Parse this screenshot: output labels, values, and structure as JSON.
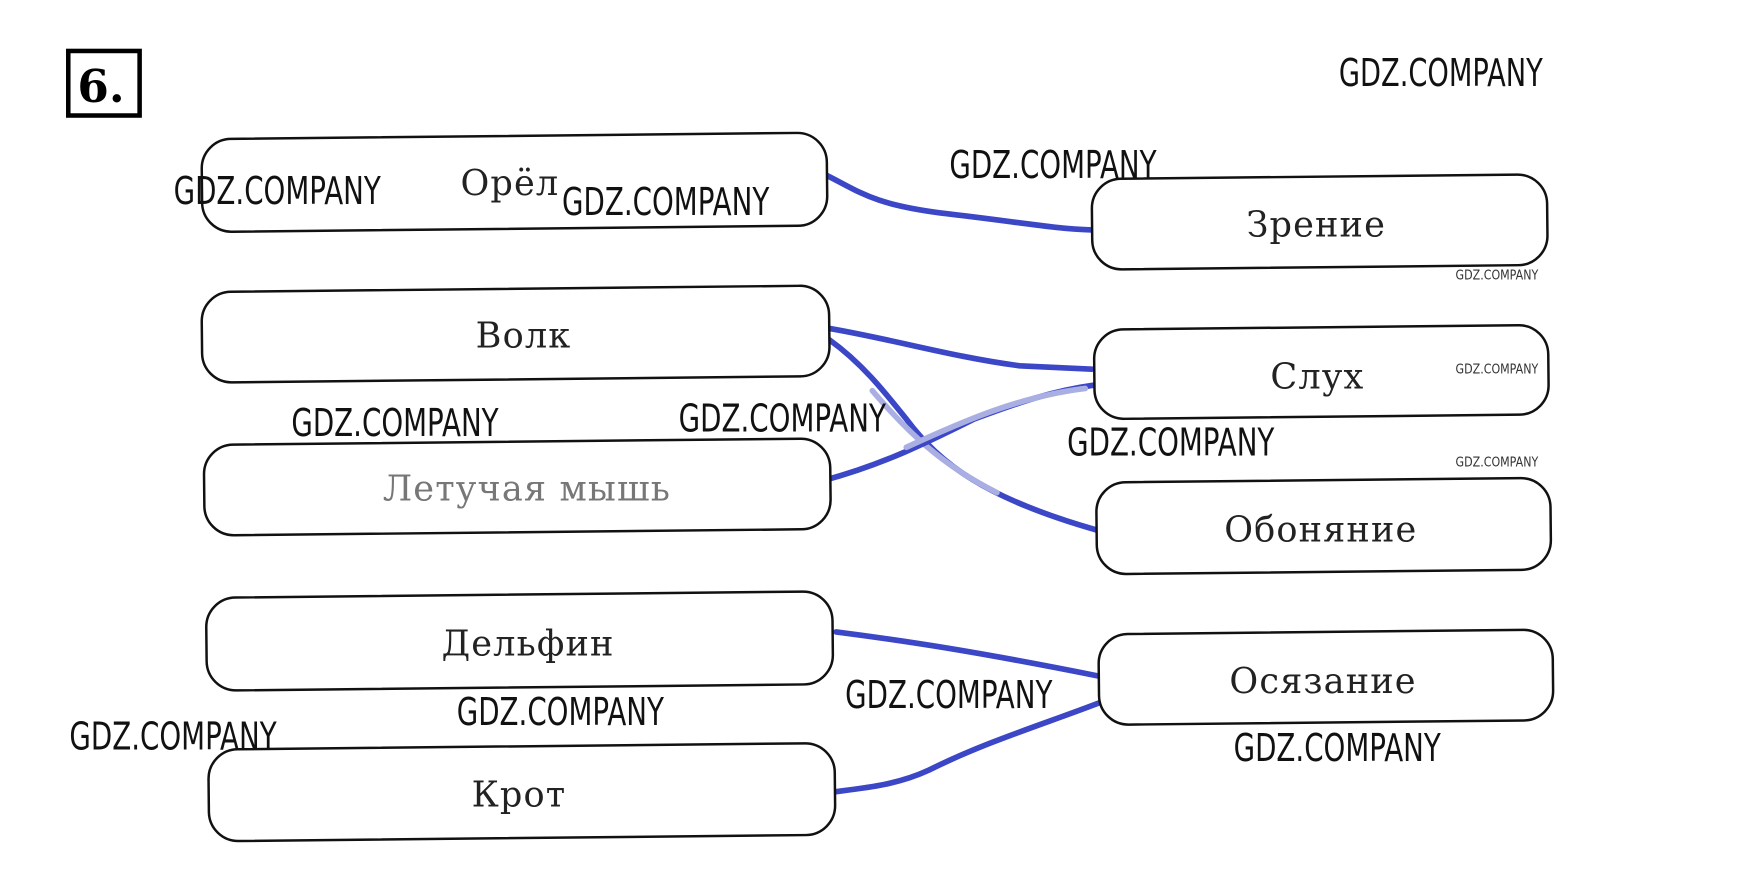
{
  "task_number": "6.",
  "animals": [
    "Орёл",
    "Волк",
    "Летучая мышь",
    "Дельфин",
    "Крот"
  ],
  "senses": [
    "Зрение",
    "Слух",
    "Обоняние",
    "Осязание"
  ],
  "matches": [
    {
      "animal": "Орёл",
      "sense": "Зрение"
    },
    {
      "animal": "Волк",
      "sense": "Слух"
    },
    {
      "animal": "Волк",
      "sense": "Обоняние"
    },
    {
      "animal": "Летучая мышь",
      "sense": "Слух"
    },
    {
      "animal": "Дельфин",
      "sense": "Осязание"
    },
    {
      "animal": "Крот",
      "sense": "Осязание"
    }
  ],
  "watermark": "GDZ.COMPANY",
  "colors": {
    "line": "#3b47c6",
    "line_faded": "#a9afe3"
  }
}
